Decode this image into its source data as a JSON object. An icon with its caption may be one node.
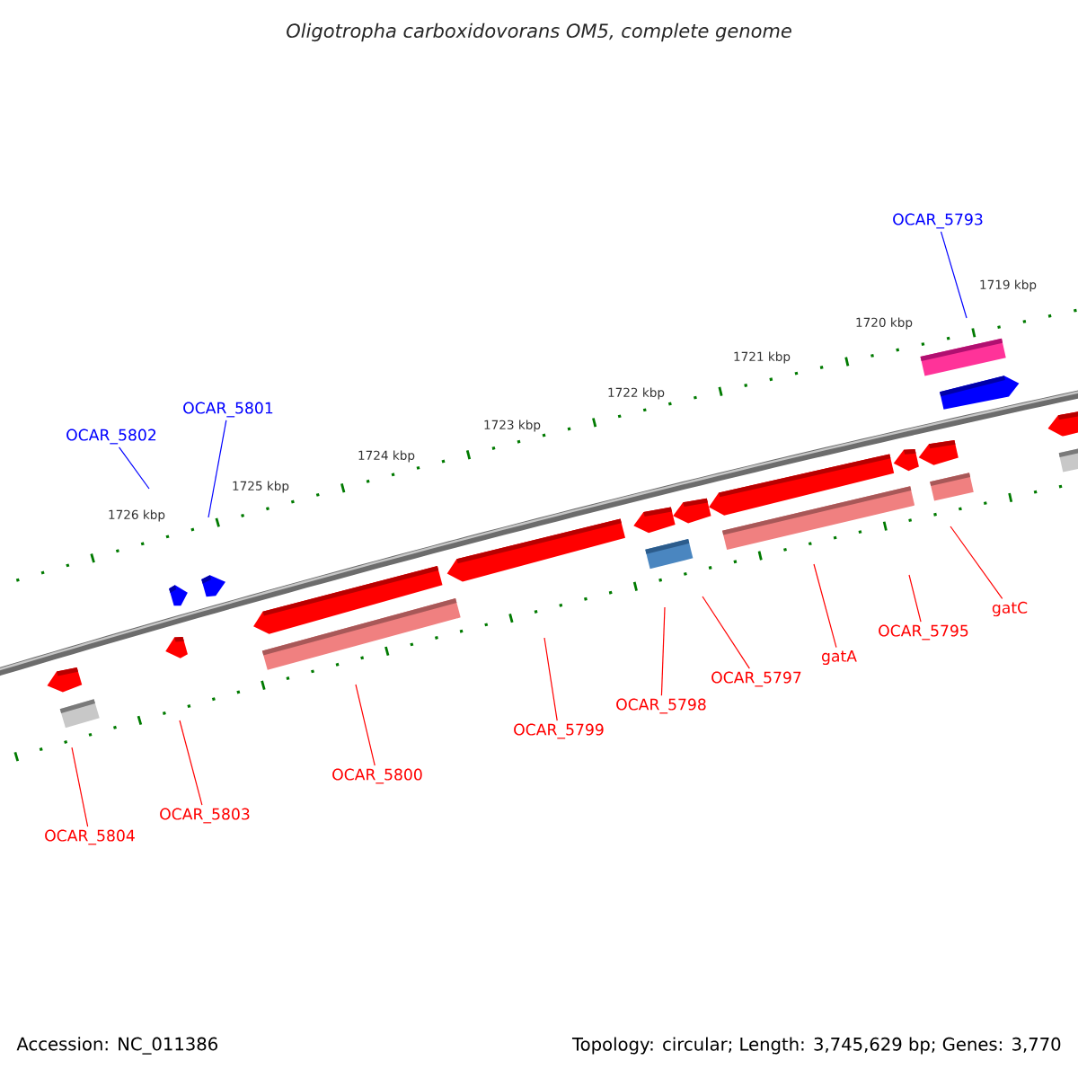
{
  "diagram": {
    "title": "Oligotropha carboxidovorans OM5, complete genome",
    "nodes": [
      {
        "text": [
          "OCAR_5793"
        ]
      },
      {
        "text": [
          "OCAR_5801"
        ]
      },
      {
        "text": [
          "OCAR_5802"
        ]
      },
      {
        "text": [
          "gatC"
        ]
      },
      {
        "text": [
          "OCAR_5795"
        ]
      },
      {
        "text": [
          "gatA"
        ]
      },
      {
        "text": [
          "OCAR_5797"
        ]
      },
      {
        "text": [
          "OCAR_5798"
        ]
      },
      {
        "text": [
          "OCAR_5799"
        ]
      },
      {
        "text": [
          "OCAR_5800"
        ]
      },
      {
        "text": [
          "OCAR_5803"
        ]
      },
      {
        "text": [
          "OCAR_5804"
        ]
      }
    ],
    "edges": [
      {
        "from": 0,
        "to": null,
        "arrow": "none",
        "color": "#0000ff"
      },
      {
        "from": 1,
        "to": null,
        "arrow": "none",
        "color": "#0000ff"
      },
      {
        "from": 2,
        "to": null,
        "arrow": "none",
        "color": "#0000ff"
      },
      {
        "from": 3,
        "to": null,
        "arrow": "none"
      },
      {
        "from": 4,
        "to": null,
        "arrow": "none"
      },
      {
        "from": 5,
        "to": null,
        "arrow": "none"
      },
      {
        "from": 6,
        "to": null,
        "arrow": "none"
      },
      {
        "from": 7,
        "to": null,
        "arrow": "none"
      },
      {
        "from": 8,
        "to": null,
        "arrow": "none"
      },
      {
        "from": 9,
        "to": null,
        "arrow": "none"
      },
      {
        "from": 10,
        "to": null,
        "arrow": "none"
      },
      {
        "from": 11,
        "to": null,
        "arrow": "none"
      }
    ],
    "labels": [
      "1719 kbp",
      "1720 kbp",
      "1721 kbp",
      "1722 kbp",
      "1723 kbp",
      "1724 kbp",
      "1725 kbp",
      "1726 kbp",
      "Accession: NC_011386",
      "Topology: circular; Length: 3,745,629 bp; Genes: 3,770"
    ]
  }
}
